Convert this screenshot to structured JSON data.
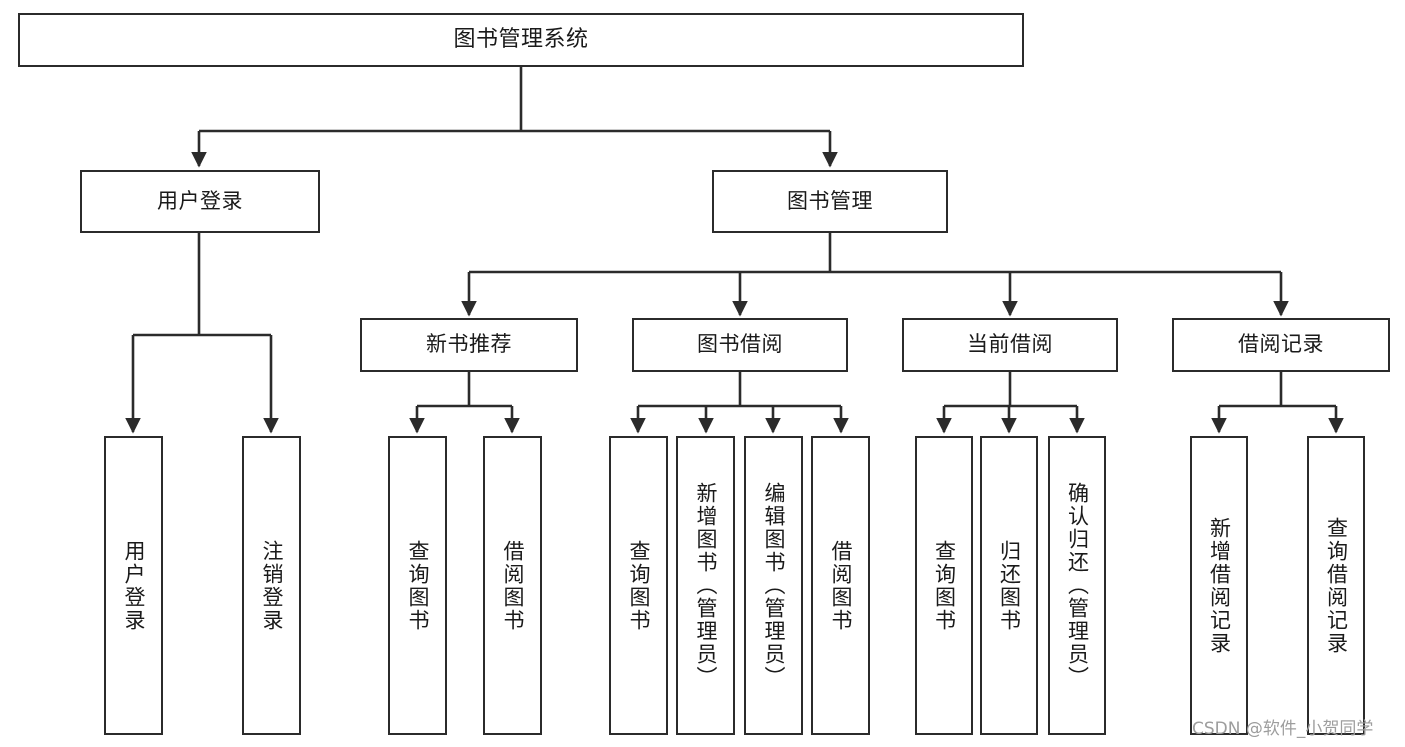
{
  "diagram": {
    "title": "图书管理系统",
    "watermark": "CSDN @软件_小贺同学",
    "colors": {
      "box_border": "#2b2b2b",
      "box_fill": "#ffffff",
      "edge": "#2b2b2b",
      "text": "#1a1a1a",
      "watermark": "#9d9d9d",
      "background": "#ffffff"
    },
    "levels": {
      "root": "图书管理系统",
      "level2": [
        "用户登录",
        "图书管理"
      ],
      "level3": [
        "新书推荐",
        "图书借阅",
        "当前借阅",
        "借阅记录"
      ]
    },
    "nodes": {
      "root": {
        "label": "图书管理系统"
      },
      "user_login": {
        "label": "用户登录"
      },
      "book_manage": {
        "label": "图书管理"
      },
      "new_book_rec": {
        "label": "新书推荐"
      },
      "book_borrow": {
        "label": "图书借阅"
      },
      "current_borrow": {
        "label": "当前借阅"
      },
      "borrow_record": {
        "label": "借阅记录"
      },
      "leaf_user_login": {
        "label": "用户登录"
      },
      "leaf_logout": {
        "label": "注销登录"
      },
      "leaf_query_book_1": {
        "label": "查询图书"
      },
      "leaf_borrow_book_1": {
        "label": "借阅图书"
      },
      "leaf_query_book_2": {
        "label": "查询图书"
      },
      "leaf_add_book": {
        "label": "新增图书（管理员）"
      },
      "leaf_edit_book": {
        "label": "编辑图书（管理员）"
      },
      "leaf_borrow_book_2": {
        "label": "借阅图书"
      },
      "leaf_query_book_3": {
        "label": "查询图书"
      },
      "leaf_return_book": {
        "label": "归还图书"
      },
      "leaf_confirm_return": {
        "label": "确认归还（管理员）"
      },
      "leaf_add_record": {
        "label": "新增借阅记录"
      },
      "leaf_query_record": {
        "label": "查询借阅记录"
      }
    },
    "tree": {
      "name": "图书管理系统",
      "children": [
        {
          "name": "用户登录",
          "children": [
            {
              "name": "用户登录"
            },
            {
              "name": "注销登录"
            }
          ]
        },
        {
          "name": "图书管理",
          "children": [
            {
              "name": "新书推荐",
              "children": [
                {
                  "name": "查询图书"
                },
                {
                  "name": "借阅图书"
                }
              ]
            },
            {
              "name": "图书借阅",
              "children": [
                {
                  "name": "查询图书"
                },
                {
                  "name": "新增图书（管理员）"
                },
                {
                  "name": "编辑图书（管理员）"
                },
                {
                  "name": "借阅图书"
                }
              ]
            },
            {
              "name": "当前借阅",
              "children": [
                {
                  "name": "查询图书"
                },
                {
                  "name": "归还图书"
                },
                {
                  "name": "确认归还（管理员）"
                }
              ]
            },
            {
              "name": "借阅记录",
              "children": [
                {
                  "name": "新增借阅记录"
                },
                {
                  "name": "查询借阅记录"
                }
              ]
            }
          ]
        }
      ]
    }
  }
}
